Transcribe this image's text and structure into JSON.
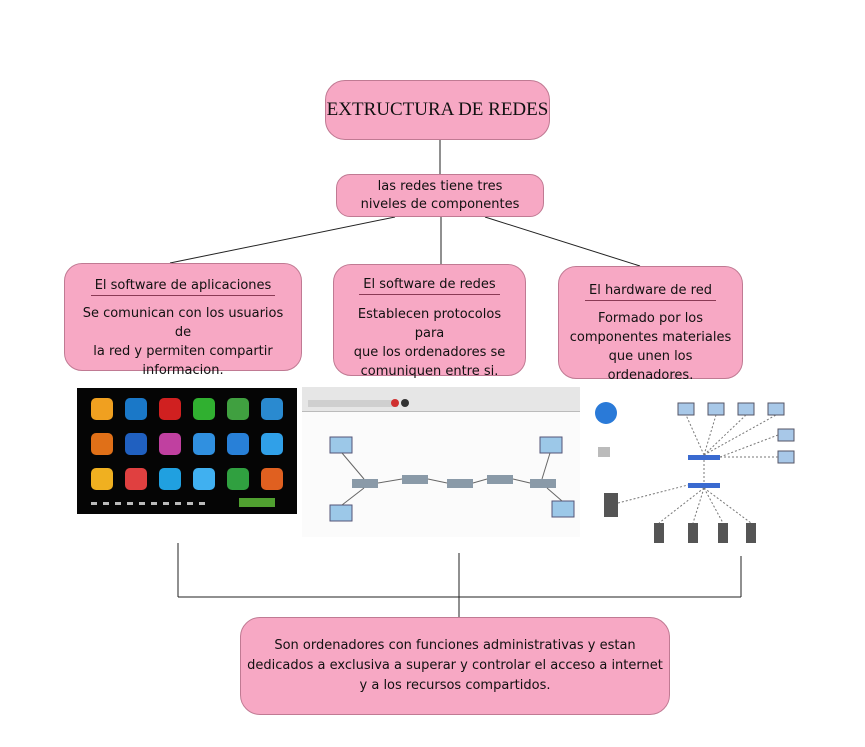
{
  "diagram": {
    "title": "EXTRUCTURA DE REDES",
    "subtitle_line1": "las redes tiene tres",
    "subtitle_line2": "niveles de componentes",
    "nodes": [
      {
        "heading": "El software de aplicaciones",
        "desc_line1": "Se comunican con los usuarios de",
        "desc_line2": "la red y permiten compartir",
        "desc_line3": "informacion."
      },
      {
        "heading": "El software de redes",
        "desc_line1": "Establecen protocolos para",
        "desc_line2": "que los ordenadores se",
        "desc_line3": "comuniquen entre si."
      },
      {
        "heading": "El hardware de red",
        "desc_line1": "Formado por los",
        "desc_line2": "componentes materiales",
        "desc_line3": "que unen los ordenadores."
      }
    ],
    "bottom_line1": "Son ordenadores con funciones administrativas y estan",
    "bottom_line2": "dedicados a exclusiva a superar y controlar el acceso a internet",
    "bottom_line3": "y a los recursos compartidos.",
    "colors": {
      "box_fill": "#f7a8c4",
      "box_border": "#c07a93",
      "line": "#222222"
    }
  }
}
